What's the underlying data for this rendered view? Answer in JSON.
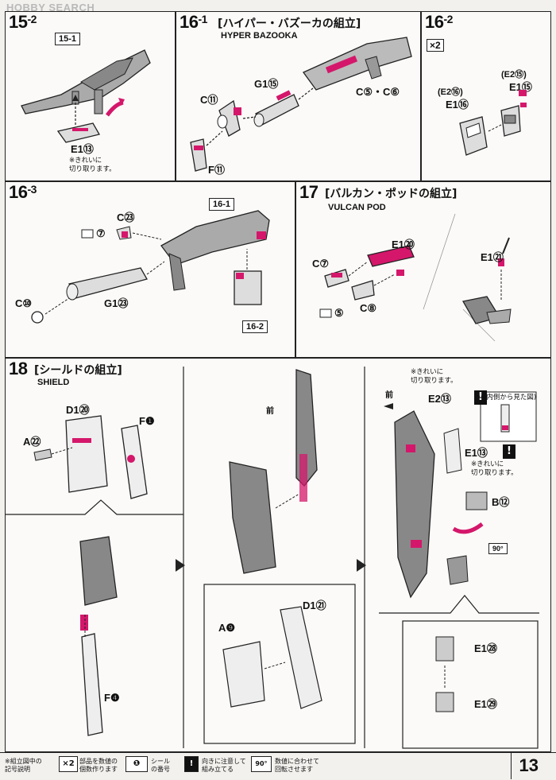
{
  "watermark": "HOBBY SEARCH",
  "colors": {
    "accent": "#d4176b",
    "part_gray": "#8c8c8c",
    "ink": "#222222"
  },
  "step15_2": {
    "num": "15",
    "sub": "2",
    "ref": "15-1",
    "part": "E1⑬",
    "note_line1": "※きれいに",
    "note_line2": "切り取ります。"
  },
  "step16_1": {
    "num": "16",
    "sub": "1",
    "title_jp": "[ハイパー・バズーカの組立]",
    "title_en": "HYPER BAZOOKA",
    "labels": [
      "C⑪",
      "G1⑮",
      "C⑤・C⑥",
      "F⑪"
    ]
  },
  "step16_2": {
    "num": "16",
    "sub": "2",
    "multiplier": "×2",
    "labels": [
      "(E2⑮)",
      "E1⑮",
      "(E2⑯)",
      "E1⑯"
    ]
  },
  "step16_3": {
    "num": "16",
    "sub": "3",
    "ref_top": "16-1",
    "ref_bottom": "16-2",
    "sticker": "⑦",
    "labels": [
      "C㉓",
      "C⑩",
      "G1㉓"
    ]
  },
  "step17": {
    "num": "17",
    "title_jp": "[バルカン・ポッドの組立]",
    "title_en": "VULCAN POD",
    "sticker": "⑤",
    "labels": [
      "C⑦",
      "E1⑳",
      "C⑧",
      "E1㉑"
    ]
  },
  "step18": {
    "num": "18",
    "title_jp": "[シールドの組立]",
    "title_en": "SHIELD",
    "front": "前",
    "labels_a": [
      "D1⑳",
      "A㉒",
      "F❶",
      "F❹"
    ],
    "labels_b": [
      "A❾",
      "D1㉑"
    ],
    "labels_c": [
      "E2⑬",
      "E1⑬",
      "B⑫",
      "E1㉘",
      "E1㉙"
    ],
    "note_top_line1": "※きれいに",
    "note_top_line2": "切り取ります。",
    "note_mid_line1": "※きれいに",
    "note_mid_line2": "切り取ります。",
    "inner_view": "(内側から見た図)",
    "rotate_badge": "90°"
  },
  "legend": {
    "title_line1": "※組立図中の",
    "title_line2": "記号説明",
    "items": [
      {
        "icon": "×2",
        "line1": "部品を数値の",
        "line2": "個数作ります"
      },
      {
        "icon": "❶",
        "line1": "シール",
        "line2": "の番号"
      },
      {
        "icon": "!",
        "line1": "向きに注意して",
        "line2": "組み立てる"
      },
      {
        "icon": "90°",
        "line1": "数値に合わせて",
        "line2": "回転させます"
      }
    ]
  },
  "page_number": "13"
}
